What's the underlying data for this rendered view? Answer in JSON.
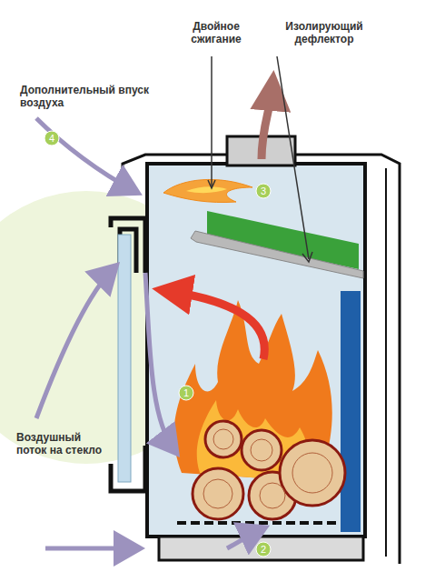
{
  "diagram": {
    "labels": [
      "Двойное сжигание",
      "Изолирующий дефлектор",
      "Дополнительный впуск воздуха",
      "4",
      "3",
      "1",
      "Воздушный поток на стекло",
      "2"
    ]
  }
}
